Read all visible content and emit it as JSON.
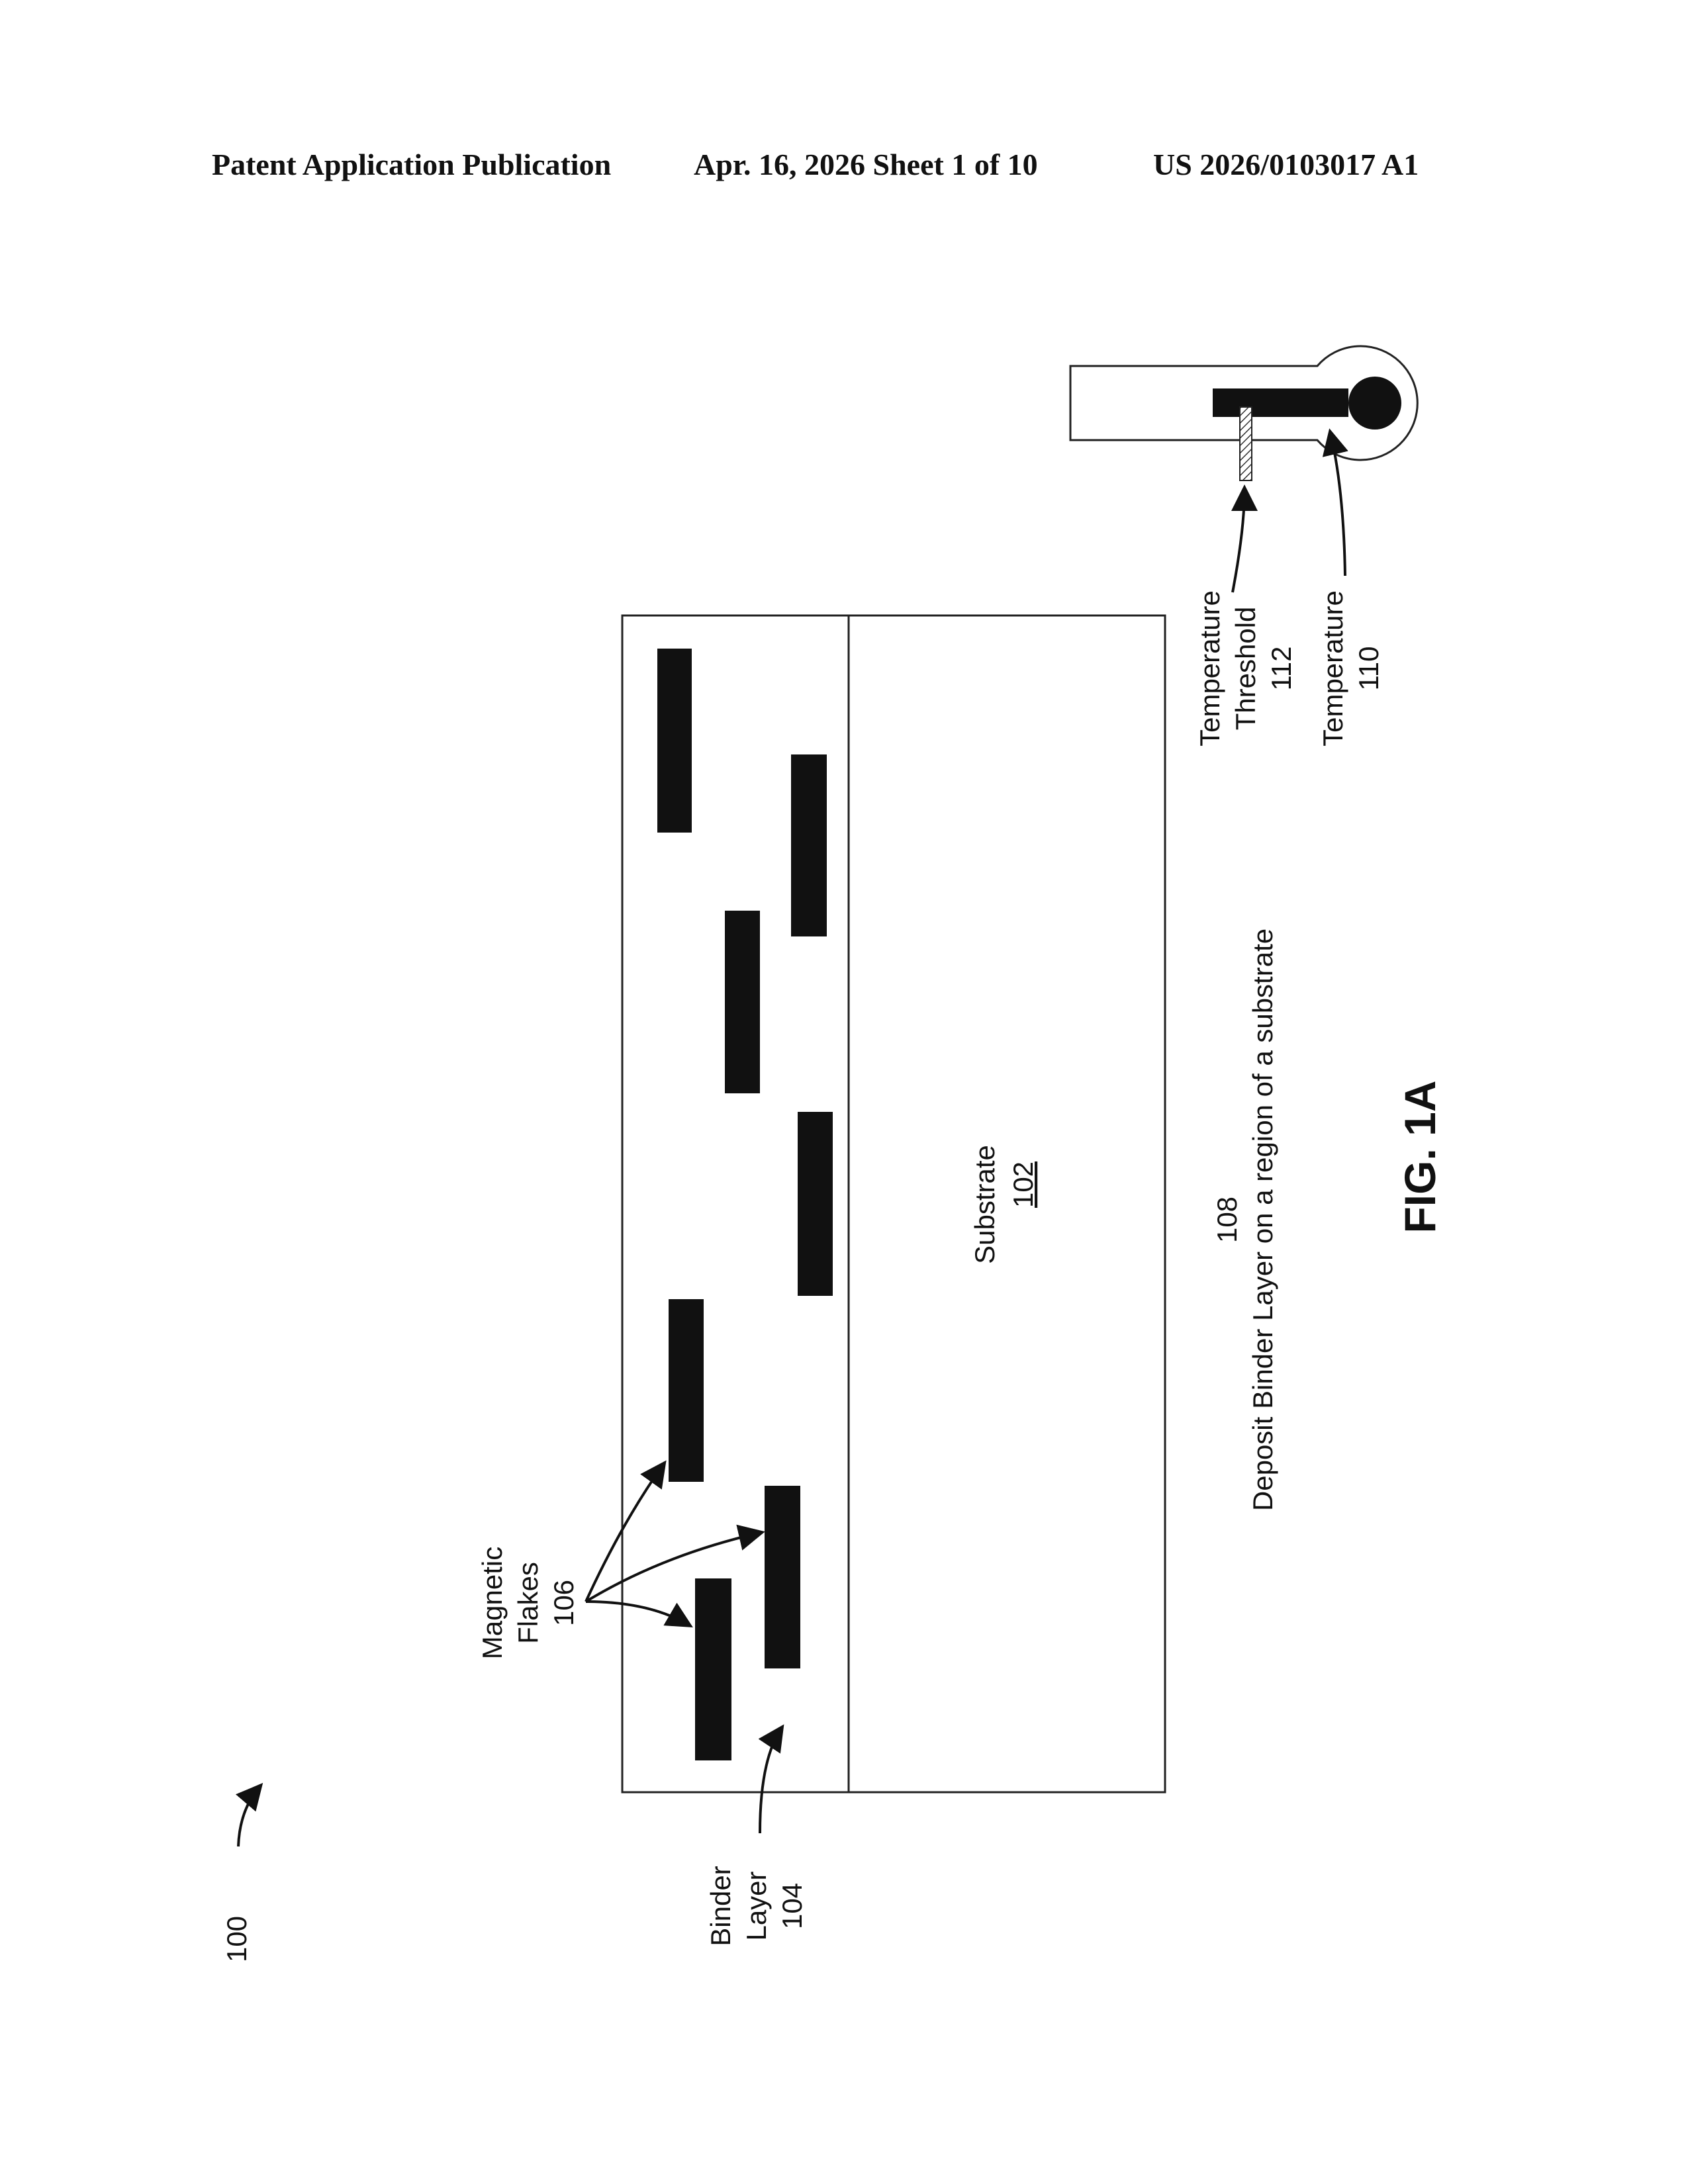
{
  "header": {
    "publication": "Patent Application Publication",
    "date_sheet": "Apr. 16, 2026  Sheet 1 of 10",
    "number": "US 2026/0103017 A1"
  },
  "figure": {
    "ref_main": "100",
    "binder_layer": [
      "Binder",
      "Layer",
      "104"
    ],
    "magnetic_flakes": [
      "Magnetic",
      "Flakes",
      "106"
    ],
    "substrate": [
      "Substrate",
      "102"
    ],
    "step": [
      "108",
      "Deposit Binder Layer on a region of a substrate"
    ],
    "temp_threshold": [
      "Temperature",
      "Threshold",
      "112"
    ],
    "temperature": [
      "Temperature",
      "110"
    ],
    "fig_label": "FIG. 1A"
  }
}
